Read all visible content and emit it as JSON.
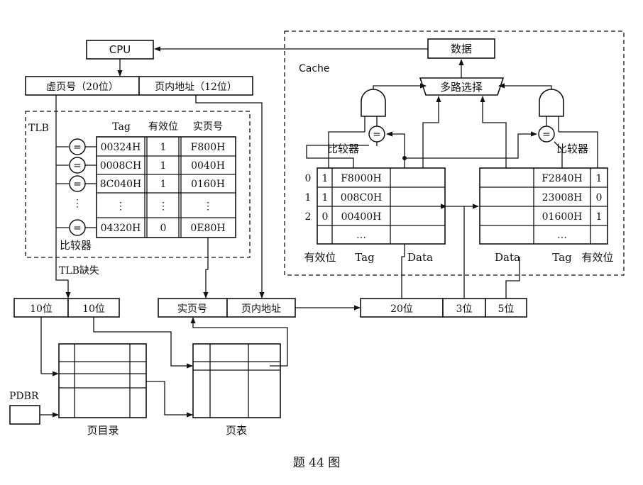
{
  "cpu": {
    "label": "CPU"
  },
  "virtual_address": {
    "page_number": "虚页号（20位）",
    "offset": "页内地址（12位）"
  },
  "tlb": {
    "label": "TLB",
    "headers": [
      "Tag",
      "有效位",
      "实页号"
    ],
    "rows": [
      [
        "00324H",
        "1",
        "F800H"
      ],
      [
        "0008CH",
        "1",
        "0040H"
      ],
      [
        "8C040H",
        "1",
        "0160H"
      ],
      [
        "⋮",
        "⋮",
        "⋮"
      ],
      [
        "04320H",
        "0",
        "0E80H"
      ]
    ],
    "comparator_symbol": "=",
    "comparator_label": "比较器",
    "miss_label": "TLB缺失"
  },
  "page_walk": {
    "field1": "10位",
    "field2": "10位",
    "pdbr": "PDBR",
    "page_directory": "页目录",
    "page_table": "页表"
  },
  "physical_address": {
    "page_number": "实页号",
    "offset": "页内地址"
  },
  "cache_address": {
    "tag": "20位",
    "index": "3位",
    "block_offset": "5位"
  },
  "cache": {
    "label": "Cache",
    "mux": "多路选择",
    "data_out": "数据",
    "comparator_symbol": "=",
    "comparator_label_left": "比较器",
    "comparator_label_right": "比较器",
    "set_indices": [
      "0",
      "1",
      "2"
    ],
    "left_way": [
      {
        "valid": "1",
        "tag": "F8000H"
      },
      {
        "valid": "1",
        "tag": "008C0H"
      },
      {
        "valid": "0",
        "tag": "00400H"
      },
      {
        "valid": "",
        "tag": "…"
      }
    ],
    "right_way": [
      {
        "tag": "F2840H",
        "valid": "1"
      },
      {
        "tag": "23008H",
        "valid": "0"
      },
      {
        "tag": "01600H",
        "valid": "1"
      },
      {
        "tag": "…",
        "valid": ""
      }
    ],
    "left_headers": [
      "有效位",
      "Tag",
      "Data"
    ],
    "right_headers": [
      "Data",
      "Tag",
      "有效位"
    ]
  },
  "caption": "题 44 图"
}
